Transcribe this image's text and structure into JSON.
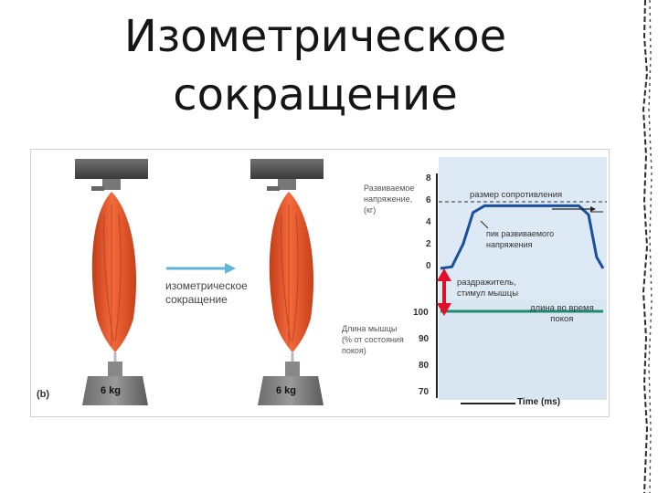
{
  "slide": {
    "title_line1": "Изометрическое",
    "title_line2": "сокращение"
  },
  "diagram": {
    "panel_label": "(b)",
    "weight_label": "6 kg",
    "process_label_line1": "изометрическое",
    "process_label_line2": "сокращение",
    "colors": {
      "muscle": "#e8572c",
      "chart_bg": "#dde9f4",
      "tension": "#1a4fa0",
      "length": "#1f8a6e",
      "stimulus": "#e0102a"
    }
  },
  "chart_data": {
    "type": "line",
    "tension_axis": {
      "label_line1": "Развиваемое",
      "label_line2": "напряжение,",
      "label_line3": "(кг)",
      "ticks": [
        "8",
        "6",
        "4",
        "2",
        "0"
      ],
      "range": [
        0,
        8
      ]
    },
    "length_axis": {
      "label_line1": "Длина мышцы",
      "label_line2": "(% от состояния",
      "label_line3": "покоя)",
      "ticks": [
        "100",
        "90",
        "80",
        "70"
      ],
      "range": [
        70,
        100
      ]
    },
    "xlabel": "Time (ms)",
    "resistance_level": 6,
    "annotations": {
      "resistance": "размер сопротивления",
      "peak_line1": "пик развиваемого",
      "peak_line2": "напряжения",
      "stimulus_line1": "раздражитель,",
      "stimulus_line2": "стимул мышцы",
      "rest_length_line1": "длина во время",
      "rest_length_line2": "покоя"
    },
    "tension_curve": [
      [
        0,
        0
      ],
      [
        0.07,
        0.15
      ],
      [
        0.14,
        2.2
      ],
      [
        0.2,
        5.0
      ],
      [
        0.27,
        5.6
      ],
      [
        0.85,
        5.6
      ],
      [
        0.91,
        4.8
      ],
      [
        0.96,
        1.0
      ],
      [
        1.0,
        0.0
      ]
    ],
    "length_curve": [
      [
        0,
        100
      ],
      [
        1,
        100
      ]
    ]
  }
}
